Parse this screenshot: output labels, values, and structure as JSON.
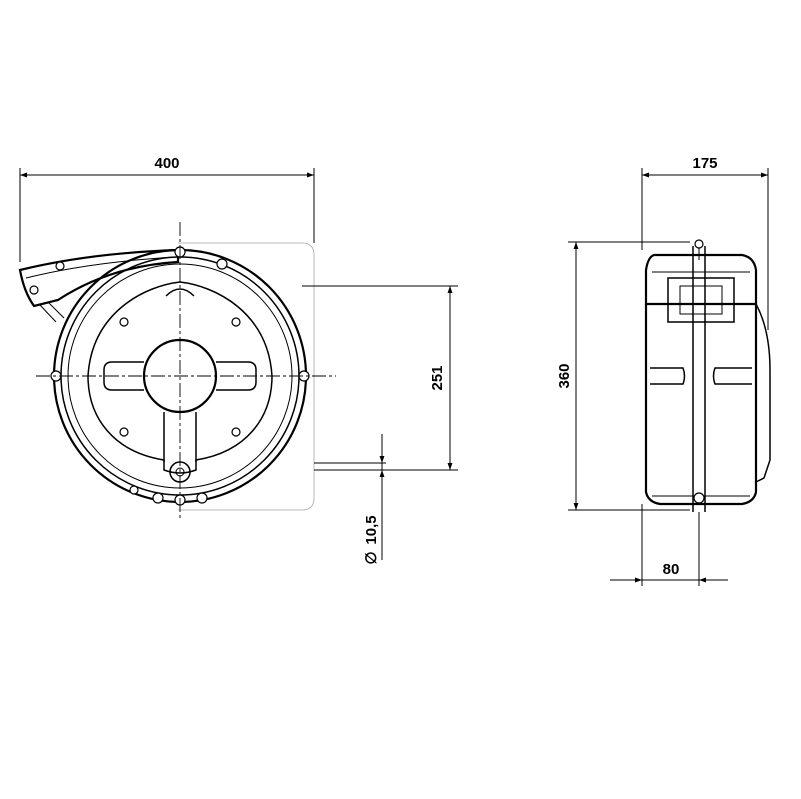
{
  "dimensions": {
    "width_front": "400",
    "center_height": "251",
    "hole_diameter": "10,5",
    "depth_side": "175",
    "height_side": "360",
    "bracket_width": "80"
  },
  "symbols": {
    "diameter": "∅"
  }
}
